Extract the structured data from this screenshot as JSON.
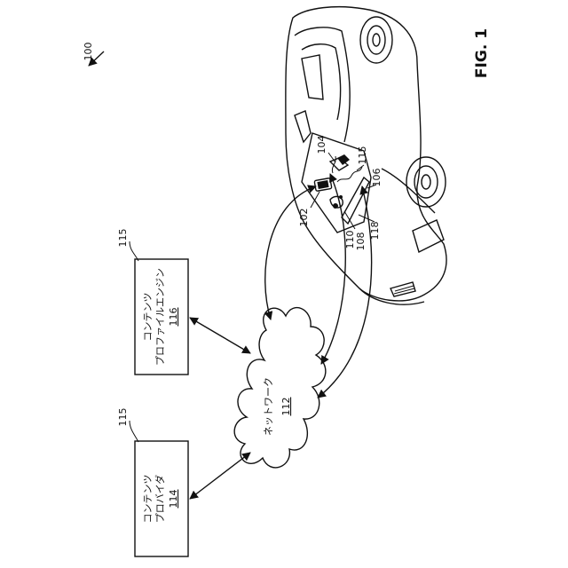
{
  "figure_label": "FIG. 1",
  "refs": {
    "system": "100",
    "device_a": "102",
    "device_b": "104",
    "device_c": "106",
    "port": "108",
    "console": "110",
    "network_num": "112",
    "provider_num": "114",
    "box_ref_top": "115",
    "box_ref_bottom": "115",
    "car_ref": "115",
    "engine_num": "116",
    "display": "118"
  },
  "network": {
    "label": "ネットワーク"
  },
  "content_profile_engine": {
    "line1": "コンテンツ",
    "line2": "プロファイルエンジン"
  },
  "content_provider": {
    "line1": "コンテンツ",
    "line2": "プロバイダ"
  }
}
